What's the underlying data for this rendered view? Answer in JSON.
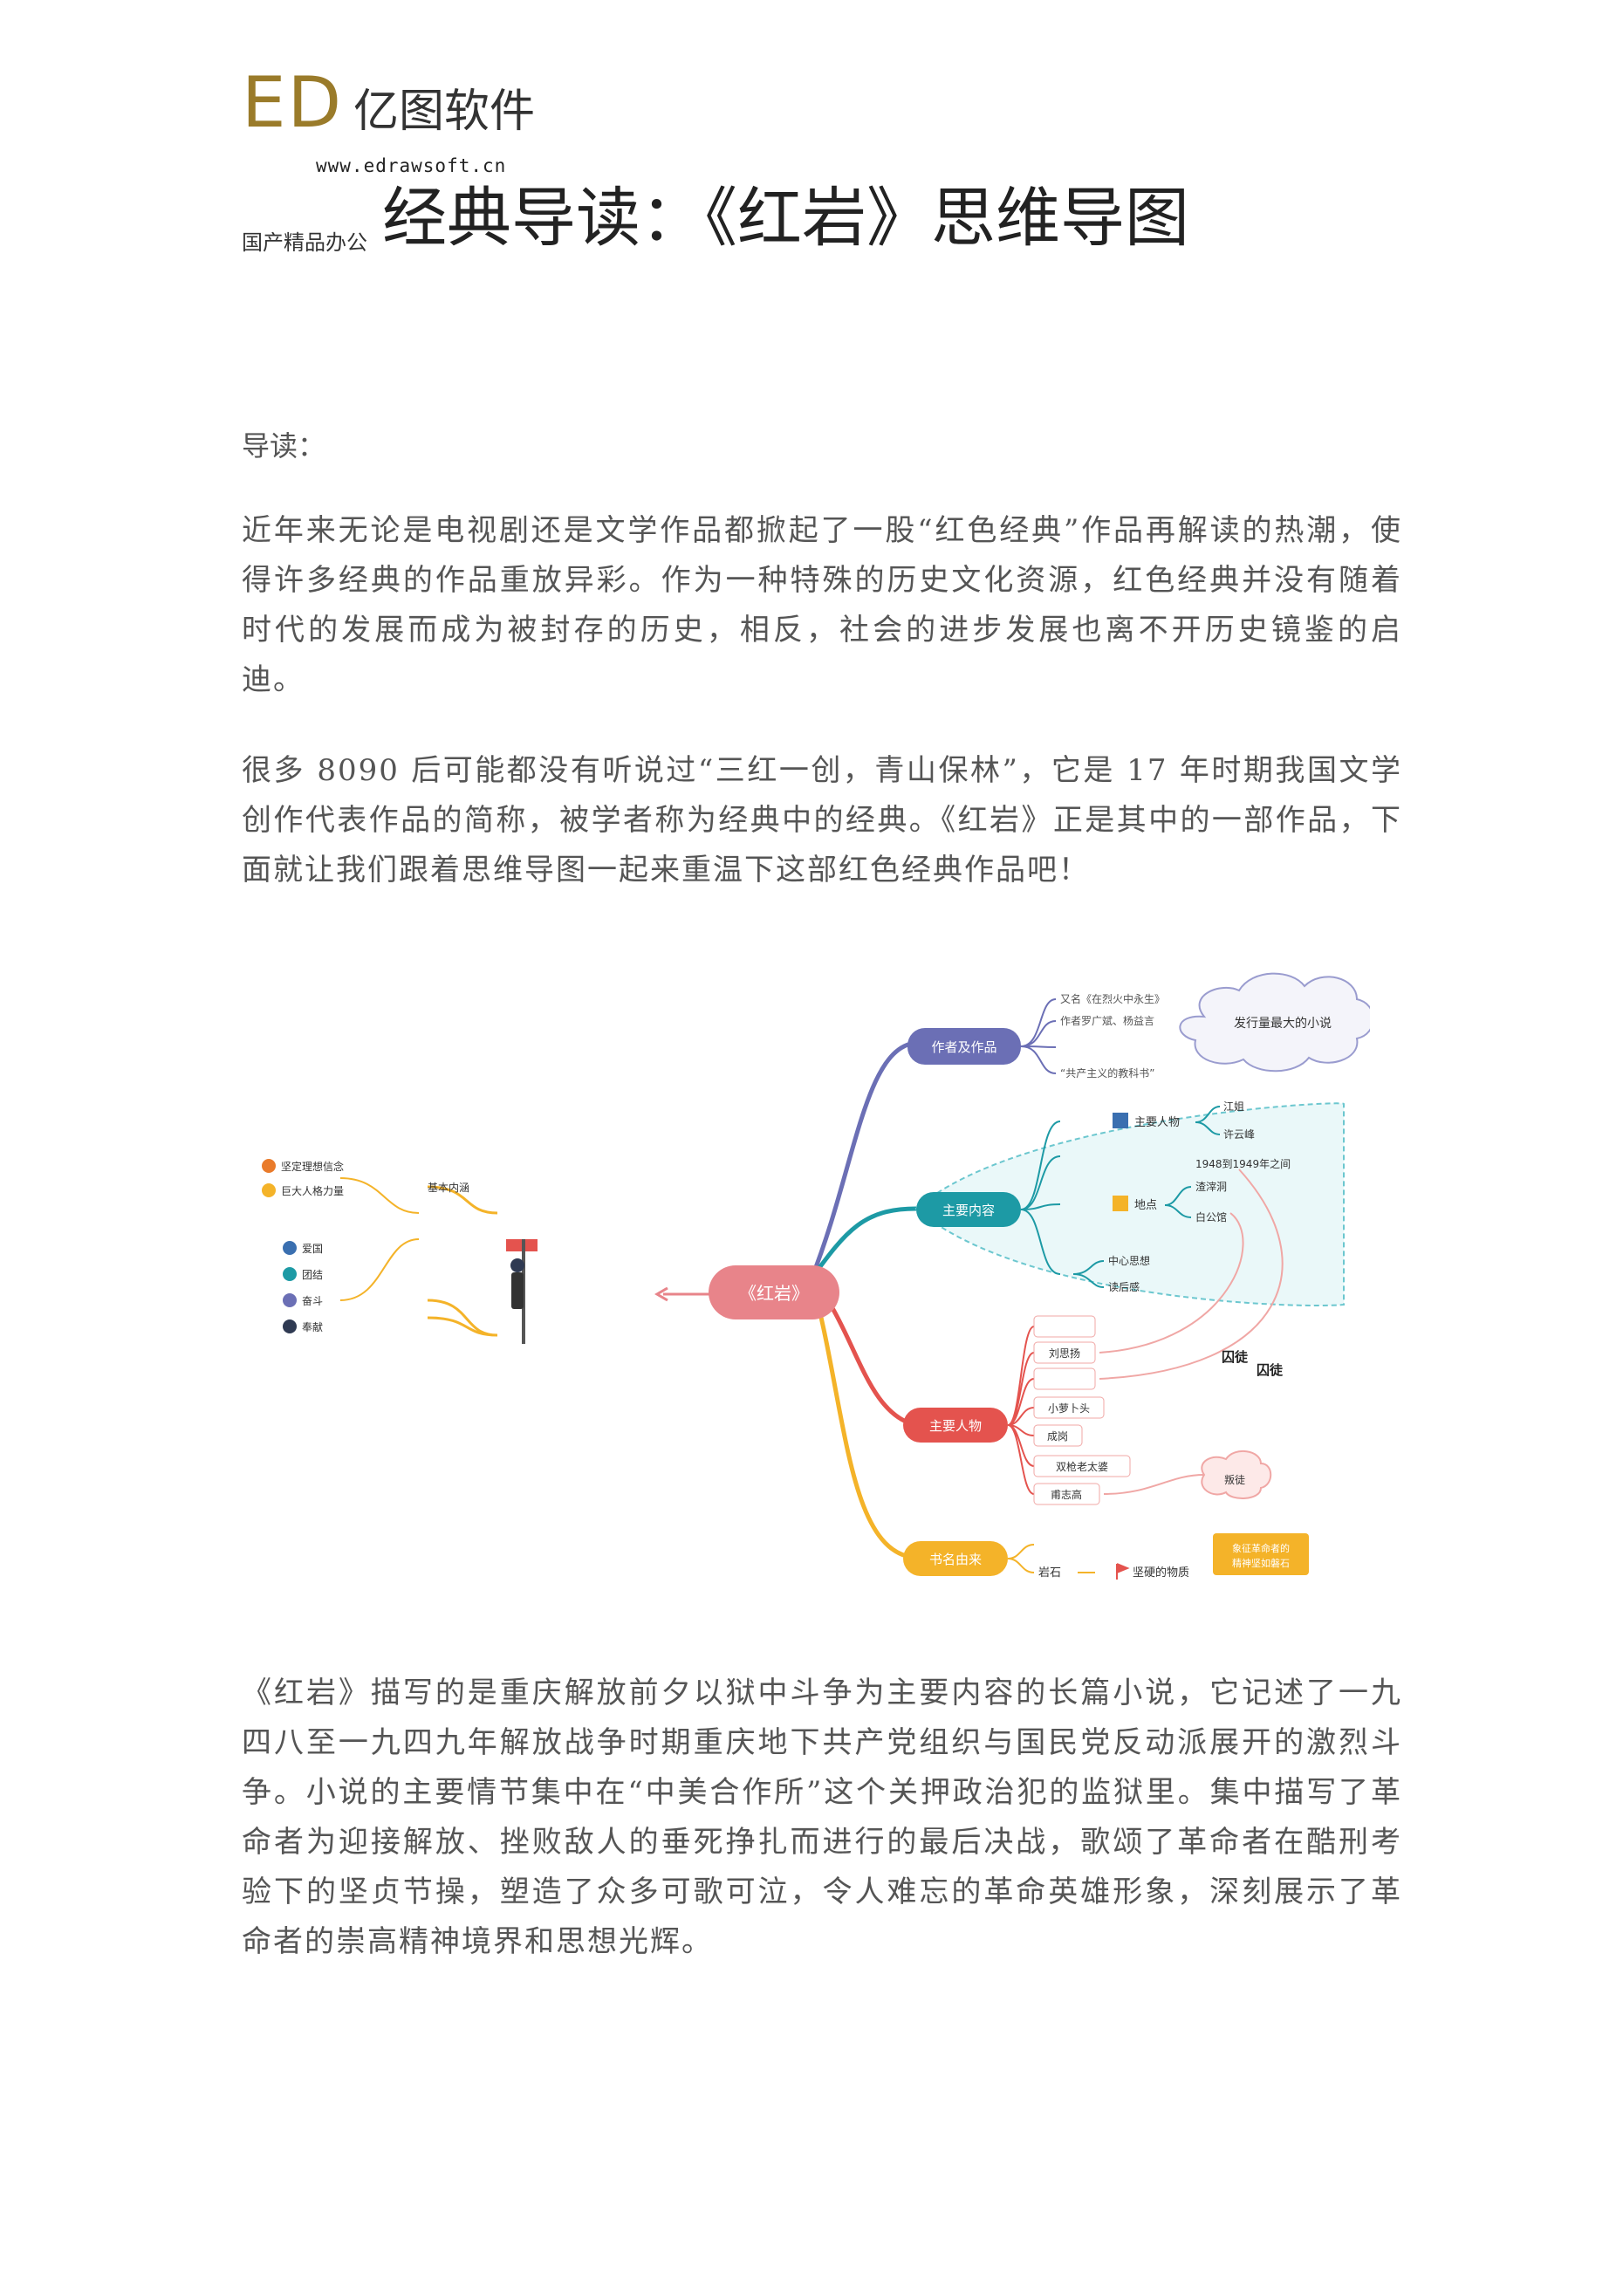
{
  "header": {
    "logo_mark": "ED",
    "logo_name": "亿图软件",
    "logo_url": "www.edrawsoft.cn"
  },
  "title": {
    "prefix": "国产精品办公",
    "main": "经典导读：《红岩》思维导图"
  },
  "intro_label": "导读：",
  "paragraphs": [
    "近年来无论是电视剧还是文学作品都掀起了一股“红色经典”作品再解读的热潮，使得许多经典的作品重放异彩。作为一种特殊的历史文化资源，红色经典并没有随着时代的发展而成为被封存的历史，相反，社会的进步发展也离不开历史镜鉴的启迪。",
    "很多 8090 后可能都没有听说过“三红一创，青山保林”，它是 17 年时期我国文学创作代表作品的简称，被学者称为经典中的经典。《红岩》正是其中的一部作品，下面就让我们跟着思维导图一起来重温下这部红色经典作品吧！",
    "《红岩》描写的是重庆解放前夕以狱中斗争为主要内容的长篇小说，它记述了一九四八至一九四九年解放战争时期重庆地下共产党组织与国民党反动派展开的激烈斗争。小说的主要情节集中在“中美合作所”这个关押政治犯的监狱里。集中描写了革命者为迎接解放、挫败敌人的垂死挣扎而进行的最后决战，歌颂了革命者在酷刑考验下的坚贞节操，塑造了众多可歌可泣，令人难忘的革命英雄形象，深刻展示了革命者的崇高精神境界和思想光辉。"
  ],
  "mindmap": {
    "center": "《红岩》",
    "colors": {
      "center": "#e8848a",
      "author": "#6b6fb5",
      "content": "#1d9aa5",
      "people": "#e4534e",
      "title": "#f4b329"
    },
    "author": {
      "label": "作者及作品",
      "items": [
        "又名《在烈火中永生》",
        "作者罗广斌、杨益言",
        "",
        "“共产主义的教科书”"
      ],
      "cloud": "发行量最大的小说"
    },
    "content": {
      "label": "主要内容",
      "characters_label": "主要人物",
      "characters": [
        "江姐",
        "许云峰"
      ],
      "time": "1948到1949年之间",
      "place_label": "地点",
      "places": [
        "渣滓洞",
        "白公馆"
      ],
      "theme": "中心思想",
      "reflection": "读后感"
    },
    "people": {
      "label": "主要人物",
      "items": [
        "",
        "刘思扬",
        "",
        "小萝卜头",
        "成岗",
        "双枪老太婆",
        "甫志高"
      ],
      "jail1": "囚徒",
      "jail2": "囚徒",
      "betray": "叛徒"
    },
    "title_meaning": {
      "label": "书名由来",
      "rock": "岩石",
      "hard": "坚硬的物质",
      "spirit": "象征革命者的精神坚如磐石"
    },
    "left": {
      "basic": "基本内涵",
      "basic_items": [
        "坚定理想信念",
        "巨大人格力量"
      ],
      "spirit_items": [
        "爱国",
        "团结",
        "奋斗",
        "奉献"
      ]
    }
  }
}
